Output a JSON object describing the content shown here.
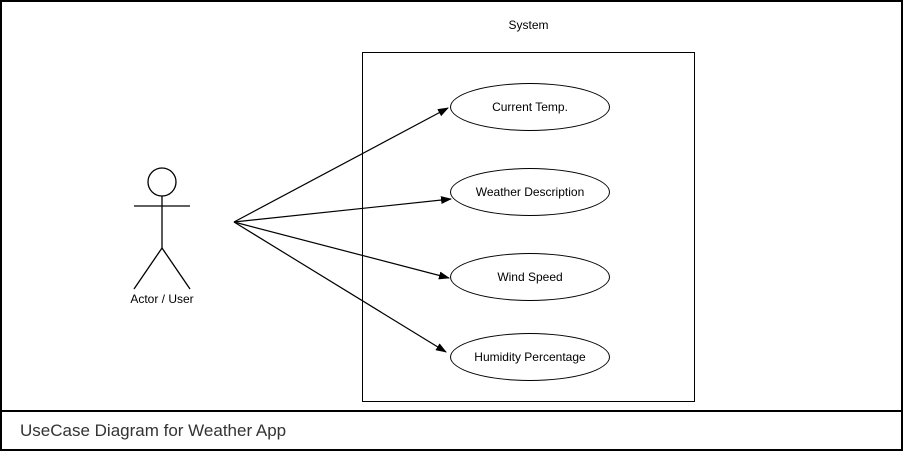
{
  "diagram": {
    "system_label": "System",
    "actor_label": "Actor / User",
    "use_cases": [
      "Current Temp.",
      "Weather Description",
      "Wind Speed",
      "Humidity Percentage"
    ],
    "title": "UseCase Diagram for Weather App"
  },
  "colors": {
    "stroke": "#000000",
    "background": "#ffffff",
    "title_text": "#333333"
  }
}
